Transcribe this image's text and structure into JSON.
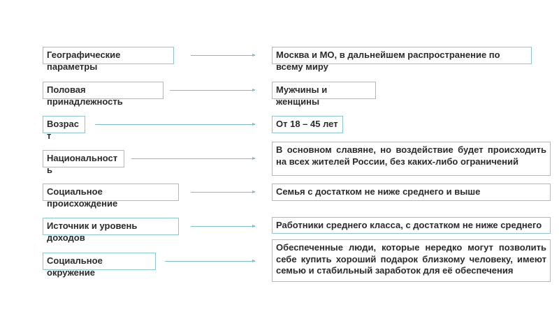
{
  "rows": [
    {
      "param": "Географические параметры",
      "value": "Москва и МО, в дальнейшем распространение по всему миру"
    },
    {
      "param": "Половая принадлежность",
      "value": "Мужчины и женщины"
    },
    {
      "param": "Возраст",
      "value": "От 18 – 45 лет"
    },
    {
      "param": "Национальность",
      "value": "В основном славяне, но воздействие будет происходить на всех жителей России, без каких-либо ограничений"
    },
    {
      "param": "Социальное происхождение",
      "value": "Семья с достатком не ниже среднего и выше"
    },
    {
      "param": "Источник и уровень доходов",
      "value": "Работники среднего класса, с достатком не ниже среднего"
    },
    {
      "param": "Социальное окружение",
      "value": "Обеспеченные люди, которые нередко могут позволить себе купить хороший подарок близкому человеку, имеют семью и стабильный заработок для её обеспечения"
    }
  ]
}
